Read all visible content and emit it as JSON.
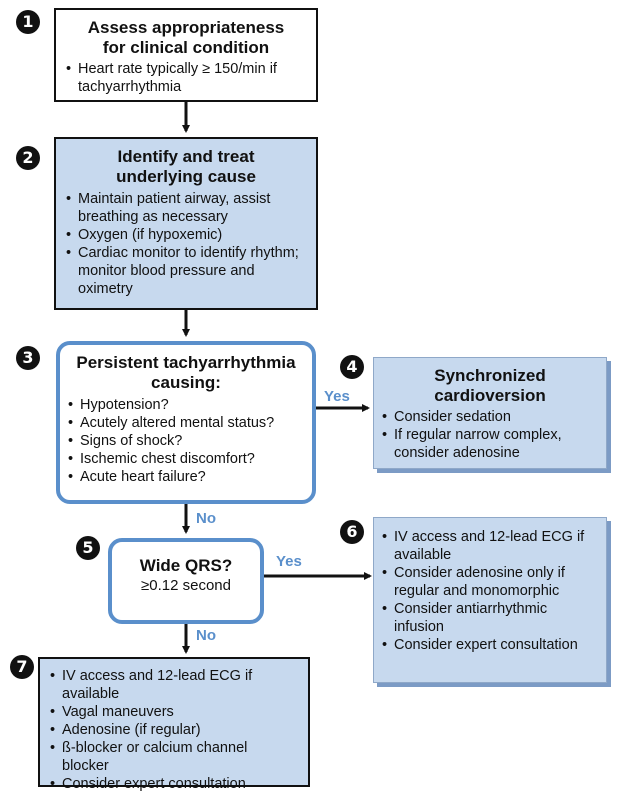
{
  "step_numbers": [
    "1",
    "2",
    "3",
    "4",
    "5",
    "6",
    "7"
  ],
  "box1": {
    "title_line1": "Assess appropriateness",
    "title_line2": "for clinical condition",
    "bullets": [
      "Heart rate typically ≥ 150/min if tachyarrhythmia"
    ]
  },
  "box2": {
    "title_line1": "Identify and treat",
    "title_line2": "underlying cause",
    "bullets": [
      "Maintain patient airway, assist breathing as necessary",
      "Oxygen (if hypoxemic)",
      "Cardiac monitor to identify rhythm; monitor blood pressure and oximetry"
    ]
  },
  "box3": {
    "title_line1": "Persistent tachyarrhythmia",
    "title_line2": "causing:",
    "bullets": [
      "Hypotension?",
      "Acutely altered mental status?",
      "Signs of shock?",
      "Ischemic chest discomfort?",
      "Acute heart failure?"
    ]
  },
  "box4": {
    "title_line1": "Synchronized",
    "title_line2": "cardioversion",
    "bullets": [
      "Consider sedation",
      "If regular narrow complex, consider adenosine"
    ]
  },
  "box5": {
    "title": "Wide QRS?",
    "subtitle": "≥0.12 second"
  },
  "box6": {
    "bullets": [
      "IV access and 12-lead ECG if available",
      "Consider adenosine only if regular and monomorphic",
      "Consider antiarrhythmic infusion",
      "Consider expert consultation"
    ]
  },
  "box7": {
    "bullets": [
      "IV access and 12-lead ECG if available",
      "Vagal maneuvers",
      "Adenosine (if regular)",
      "ß-blocker or calcium channel blocker",
      "Consider expert consultation"
    ]
  },
  "labels": {
    "yes_3_4": "Yes",
    "no_3_5": "No",
    "yes_5_6": "Yes",
    "no_5_7": "No"
  },
  "colors": {
    "accent_blue": "#5a8fcb",
    "box_fill_blue": "#c7d9ee"
  }
}
